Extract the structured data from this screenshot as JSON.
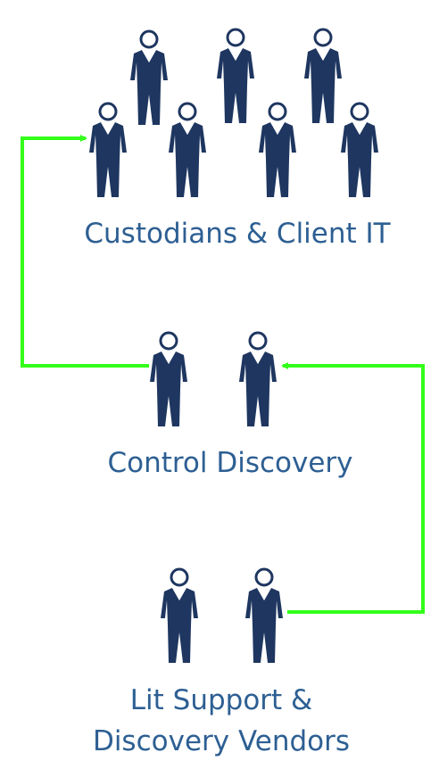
{
  "groups": {
    "custodians": {
      "label": "Custodians & Client IT",
      "person_icons": 7
    },
    "control": {
      "label": "Control Discovery",
      "person_icons": 2
    },
    "vendors": {
      "label_line1": "Lit Support &",
      "label_line2": "Discovery Vendors",
      "person_icons": 2
    }
  },
  "connectors": [
    {
      "from": "control",
      "to": "custodians",
      "side": "left"
    },
    {
      "from": "vendors",
      "to": "control",
      "side": "right"
    }
  ],
  "colors": {
    "person": "#1e3660",
    "label": "#2d5f93",
    "connector": "#33ff1a"
  },
  "icons": {
    "person": "person-icon"
  }
}
